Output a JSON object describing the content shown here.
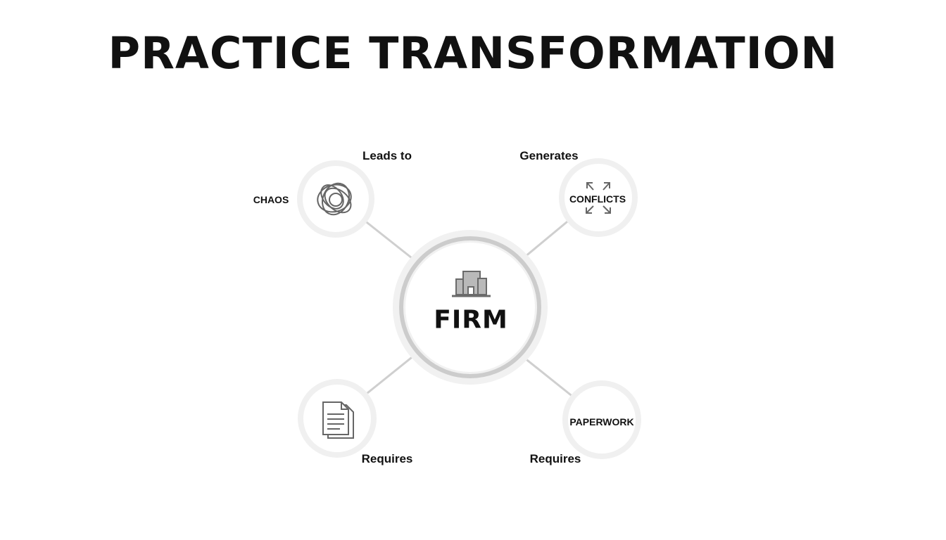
{
  "title": "PRACTICE TRANSFORMATION",
  "center": {
    "label": "FIRM",
    "icon": "building-icon"
  },
  "nodes": {
    "chaos": {
      "label": "CHAOS",
      "icon": "tangle-icon"
    },
    "conflicts": {
      "label": "CONFLICTS",
      "icon": "arrows-icon"
    },
    "document": {
      "icon": "document-icon"
    },
    "paperwork": {
      "label": "PAPERWORK"
    }
  },
  "edges": {
    "top_left": "Leads to",
    "top_right": "Generates",
    "bottom_left": "Requires",
    "bottom_right": "Requires"
  }
}
